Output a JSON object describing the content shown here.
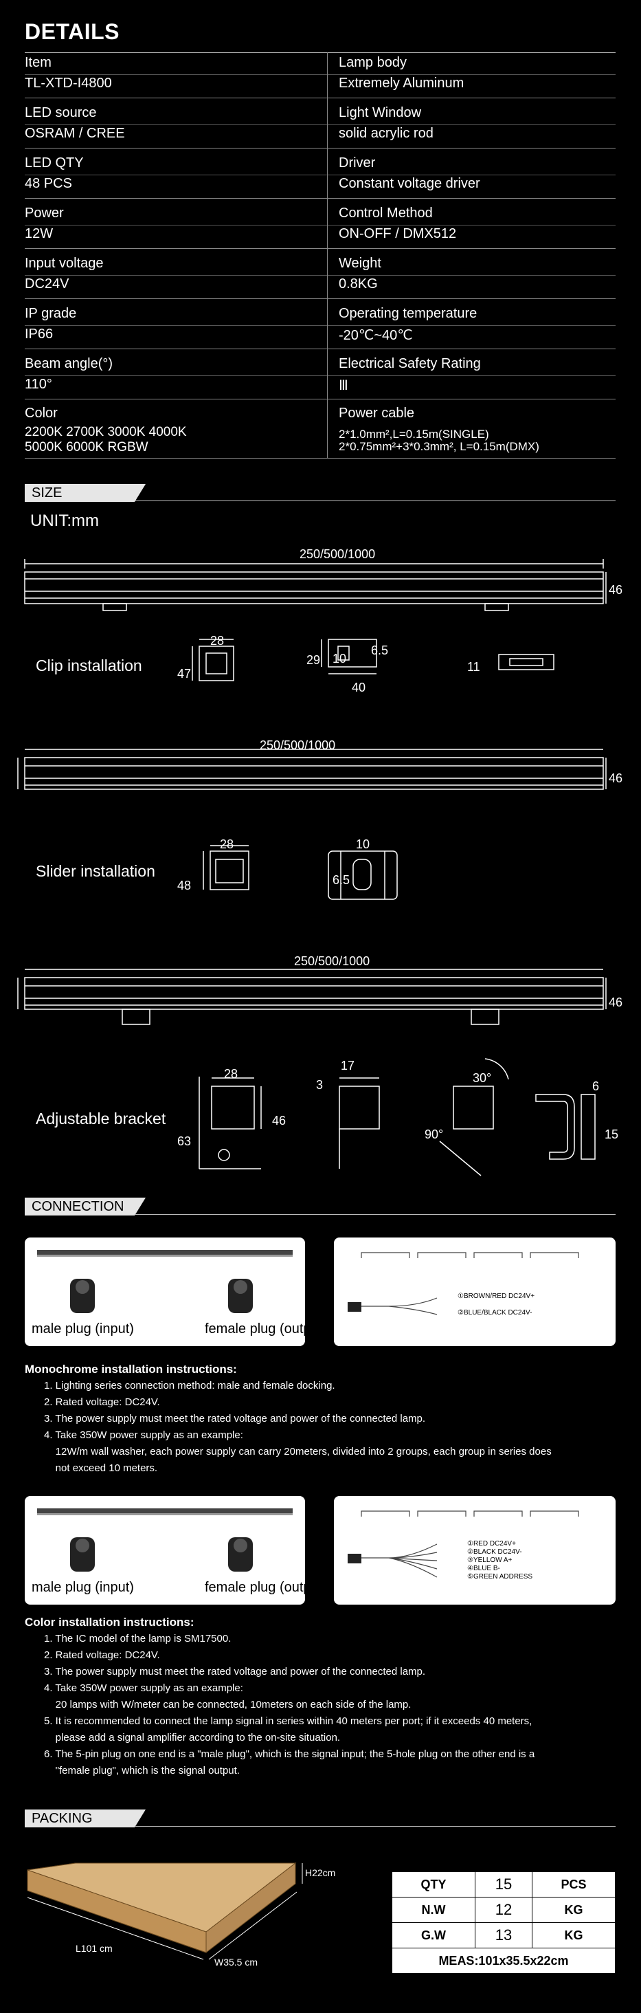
{
  "details": {
    "title": "DETAILS",
    "rows": [
      {
        "left_label": "Item",
        "left_value": "TL-XTD-I4800",
        "right_label": "Lamp body",
        "right_value": "Extremely  Aluminum"
      },
      {
        "left_label": "LED source",
        "left_value": "OSRAM / CREE",
        "right_label": "Light Window",
        "right_value": "solid acrylic rod"
      },
      {
        "left_label": "LED QTY",
        "left_value": "48 PCS",
        "right_label": "Driver",
        "right_value": "Constant voltage driver"
      },
      {
        "left_label": "Power",
        "left_value": "12W",
        "right_label": "Control Method",
        "right_value": "ON-OFF /  DMX512"
      },
      {
        "left_label": "Input voltage",
        "left_value": "DC24V",
        "right_label": "Weight",
        "right_value": "0.8KG"
      },
      {
        "left_label": "IP grade",
        "left_value": "IP66",
        "right_label": "Operating temperature",
        "right_value": "-20℃~40℃"
      },
      {
        "left_label": "Beam angle(°)",
        "left_value": "110°",
        "right_label": "Electrical Safety Rating",
        "right_value": "Ⅲ"
      }
    ],
    "color": {
      "label": "Color",
      "line1": "2200K    2700K   3000K   4000K",
      "line2": "5000K    6000K   RGBW"
    },
    "cable": {
      "label": "Power cable",
      "line1": "2*1.0mm²,L=0.15m(SINGLE)",
      "line2": "2*0.75mm²+3*0.3mm²,  L=0.15m(DMX)"
    }
  },
  "size": {
    "section": "SIZE",
    "unit": "UNIT:mm",
    "length_label": "250/500/1000",
    "height_label": "46",
    "clip": {
      "name": "Clip installation",
      "d1": "28",
      "d2": "47",
      "d3": "29",
      "d4": "10",
      "d5": "6.5",
      "d6": "40",
      "d7": "11"
    },
    "slider": {
      "name": "Slider installation",
      "d1": "28",
      "d2": "48",
      "d3": "10",
      "d4": "6.5"
    },
    "bracket": {
      "name": "Adjustable bracket",
      "d1": "28",
      "d2": "46",
      "d3": "63",
      "d4": "3",
      "d5": "17",
      "d6": "30°",
      "d7": "90°",
      "d8": "6",
      "d9": "15"
    }
  },
  "connection": {
    "section": "CONNECTION",
    "male": "male plug (input)",
    "female": "female plug (output)",
    "mono_wires": [
      "①BROWN/RED  DC24V+",
      "②BLUE/BLACK  DC24V-"
    ],
    "color_wires": [
      "①RED  DC24V+",
      "②BLACK  DC24V-",
      "③YELLOW  A+",
      "④BLUE  B-",
      "⑤GREEN ADDRESS"
    ],
    "mono": {
      "title": "Monochrome installation instructions:",
      "items": [
        "1. Lighting series connection method: male and female docking.",
        "2. Rated voltage: DC24V.",
        "3. The power supply must meet the rated voltage and power of the connected lamp.",
        "4. Take 350W power supply as an example:",
        "    12W/m wall washer, each power supply can carry 20meters, divided into 2 groups, each group in series does",
        "    not exceed 10 meters."
      ]
    },
    "color": {
      "title": "Color installation instructions:",
      "items": [
        "1. The IC model of the lamp is SM17500.",
        "2. Rated voltage: DC24V.",
        "3. The power supply must meet the rated voltage and power of the connected lamp.",
        "4. Take 350W power supply as an example:",
        "    20 lamps with W/meter can be connected, 10meters on each side of the lamp.",
        "5. It is recommended to connect the lamp signal in series within 40 meters per port; if it exceeds 40 meters,",
        "    please add a signal amplifier according to the on-site situation.",
        "6. The 5-pin plug on one end is a \"male plug\", which is the signal input; the 5-hole plug on the other end is a",
        "    \"female plug\", which is the signal output."
      ]
    }
  },
  "packing": {
    "section": "PACKING",
    "box_h": "H22cm",
    "box_l": "L101 cm",
    "box_w": "W35.5 cm",
    "table": [
      {
        "k": "QTY",
        "v": "15",
        "u": "PCS"
      },
      {
        "k": "N.W",
        "v": "12",
        "u": "KG"
      },
      {
        "k": "G.W",
        "v": "13",
        "u": "KG"
      }
    ],
    "meas": "MEAS:101x35.5x22cm"
  },
  "colors": {
    "background": "#000000",
    "box": "#c8a06a",
    "bar_label": "#e6e6e6"
  }
}
